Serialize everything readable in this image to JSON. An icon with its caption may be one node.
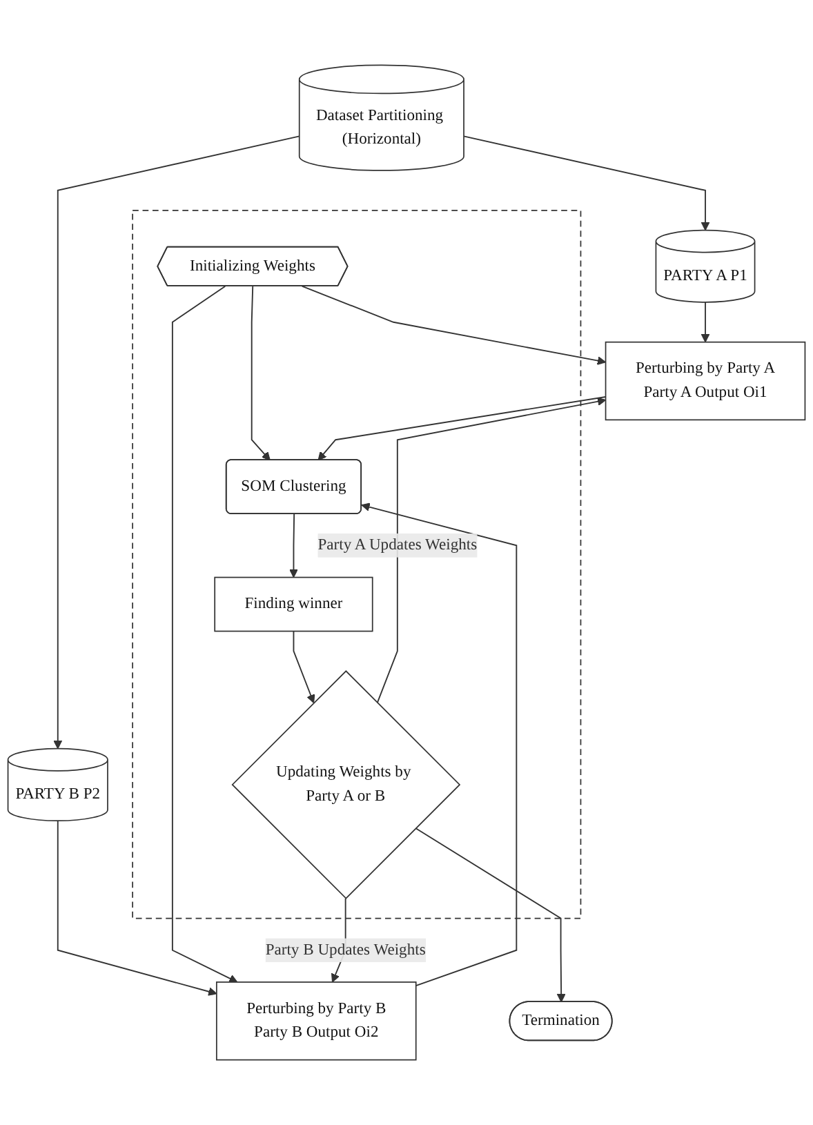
{
  "diagram": {
    "nodes": [
      {
        "text": [
          "Dataset Partitioning (Horizontal)"
        ]
      },
      {
        "text": [
          "PARTY A P1"
        ]
      },
      {
        "text": [
          "PARTY B P2"
        ]
      },
      {
        "text": [],
        "shape": "box"
      },
      {
        "text": [
          "Initializing Weights"
        ],
        "in": 3
      },
      {
        "text": [
          "Perturbing by Party A",
          "Party A Output Oi1"
        ]
      },
      {
        "text": [
          "Perturbing by Party B",
          "Party B Output Oi2"
        ]
      },
      {
        "text": [
          "SOM Clustering"
        ],
        "in": 3
      },
      {
        "text": [
          "Finding winner"
        ],
        "in": 3
      },
      {
        "text": [
          "Updating Weights by Party A or B"
        ],
        "in": 3
      },
      {
        "text": [
          "Termination"
        ]
      }
    ],
    "edges": [
      {
        "from": 0,
        "to": 1,
        "arrow": "to"
      },
      {
        "from": 0,
        "to": 2,
        "arrow": "to"
      },
      {
        "from": 1,
        "to": 5,
        "arrow": "to"
      },
      {
        "from": 2,
        "to": 6,
        "arrow": "to"
      },
      {
        "from": 4,
        "to": 5,
        "arrow": "to"
      },
      {
        "from": 4,
        "to": 6,
        "arrow": "to"
      },
      {
        "from": 4,
        "to": 7,
        "arrow": "to"
      },
      {
        "from": 5,
        "to": 7,
        "arrow": "to"
      },
      {
        "from": 6,
        "to": 7,
        "arrow": "to"
      },
      {
        "from": 7,
        "to": 8,
        "arrow": "to"
      },
      {
        "from": 8,
        "to": 9,
        "arrow": "to"
      },
      {
        "from": 9,
        "to": 5,
        "arrow": "to",
        "label": "Party A Updates Weights"
      },
      {
        "from": 9,
        "to": 6,
        "arrow": "to",
        "label": "Party B Updates Weights"
      },
      {
        "from": 9,
        "to": 10,
        "arrow": "to"
      }
    ]
  }
}
